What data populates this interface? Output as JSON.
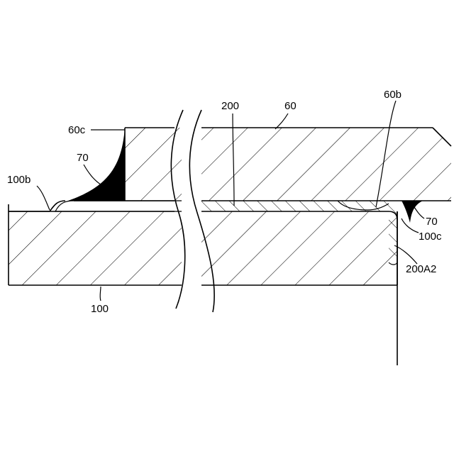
{
  "labels": {
    "l200": "200",
    "l60": "60",
    "l60b": "60b",
    "l60c": "60c",
    "l70_left": "70",
    "l100b": "100b",
    "l70_right": "70",
    "l100c": "100c",
    "l200A2": "200A2",
    "l100": "100"
  },
  "colors": {
    "line": "#000000",
    "fill": "#ffffff",
    "solder": "#000000"
  }
}
